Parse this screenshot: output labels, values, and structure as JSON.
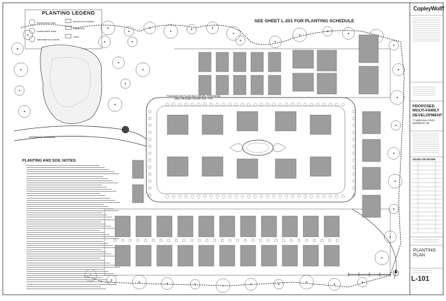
{
  "sheet": {
    "legend_title": "PLANTING LEGEND",
    "schedule_note": "SEE SHEET L-201 FOR PLANTING SCHEDULE",
    "foundation_note": "FOUNDATION PLANTING SHRUB, PERENNIAL AND GROUND COVER MIX, TYP.",
    "entrance_label": "ENTRANCE SIGNAGE",
    "notes_title": "PLANTING AND SOIL NOTES:",
    "legend_items": [
      "DECIDUOUS TREE",
      "EVERGREEN TREE",
      "ORNAMENTAL SHRUB",
      "DECIDUOUS SHRUB",
      "PERENNIAL",
      "LAWN"
    ]
  },
  "title_block": {
    "firm": "CopleyWolff",
    "project_title": "PROPOSED MULTI-FAMILY DEVELOPMENT",
    "address": "77 MARKHALL ROAD AMESBURY, MA",
    "issued": "ISSUED FOR REVIEW",
    "plan_name": "PLANTING PLAN",
    "sheet_number": "L-101"
  },
  "colors": {
    "line": "#333333",
    "building": "#9d9d9d",
    "building_edge": "#6a6a6a",
    "paper": "#ffffff"
  }
}
